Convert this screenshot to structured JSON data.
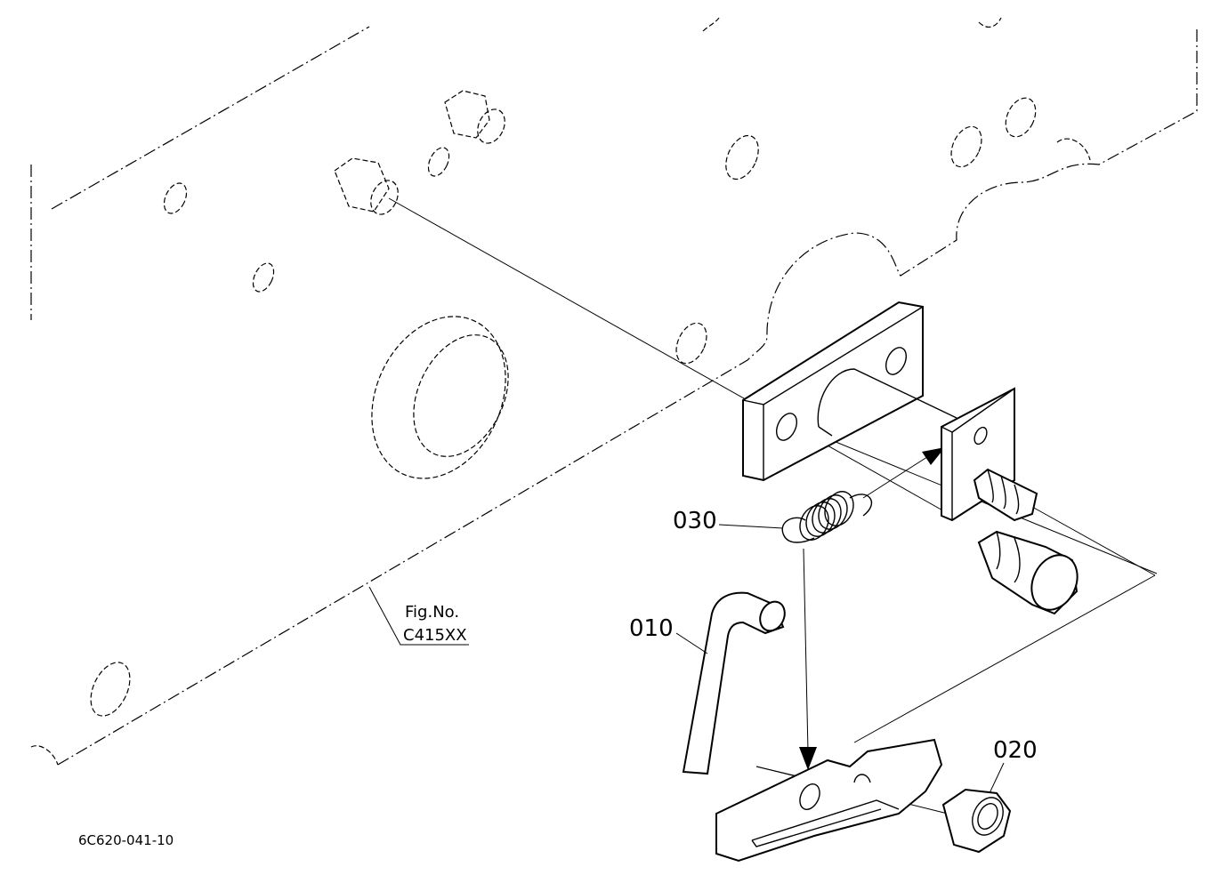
{
  "callouts": {
    "part_010": "010",
    "part_020": "020",
    "part_030": "030"
  },
  "figure_ref": {
    "line1": "Fig.No.",
    "line2": "C415XX"
  },
  "drawing_code": "6C620-041-10"
}
